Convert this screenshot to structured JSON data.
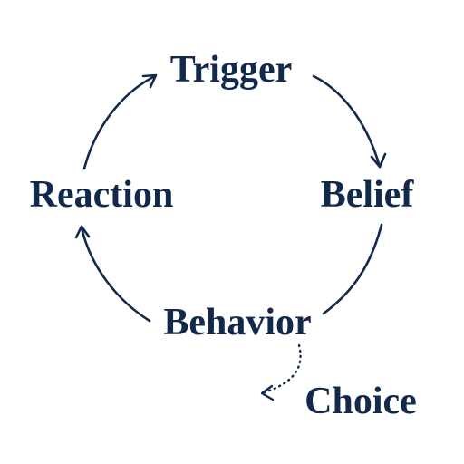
{
  "diagram": {
    "nodes": {
      "trigger": "Trigger",
      "belief": "Belief",
      "behavior": "Behavior",
      "reaction": "Reaction",
      "choice": "Choice"
    },
    "edges": [
      {
        "from": "Trigger",
        "to": "Belief",
        "style": "solid"
      },
      {
        "from": "Belief",
        "to": "Behavior",
        "style": "solid"
      },
      {
        "from": "Behavior",
        "to": "Reaction",
        "style": "solid"
      },
      {
        "from": "Reaction",
        "to": "Trigger",
        "style": "solid"
      },
      {
        "from": "Behavior",
        "to": "Choice",
        "style": "dotted"
      }
    ],
    "colors": {
      "ink": "#13294b",
      "background": "#ffffff"
    }
  }
}
